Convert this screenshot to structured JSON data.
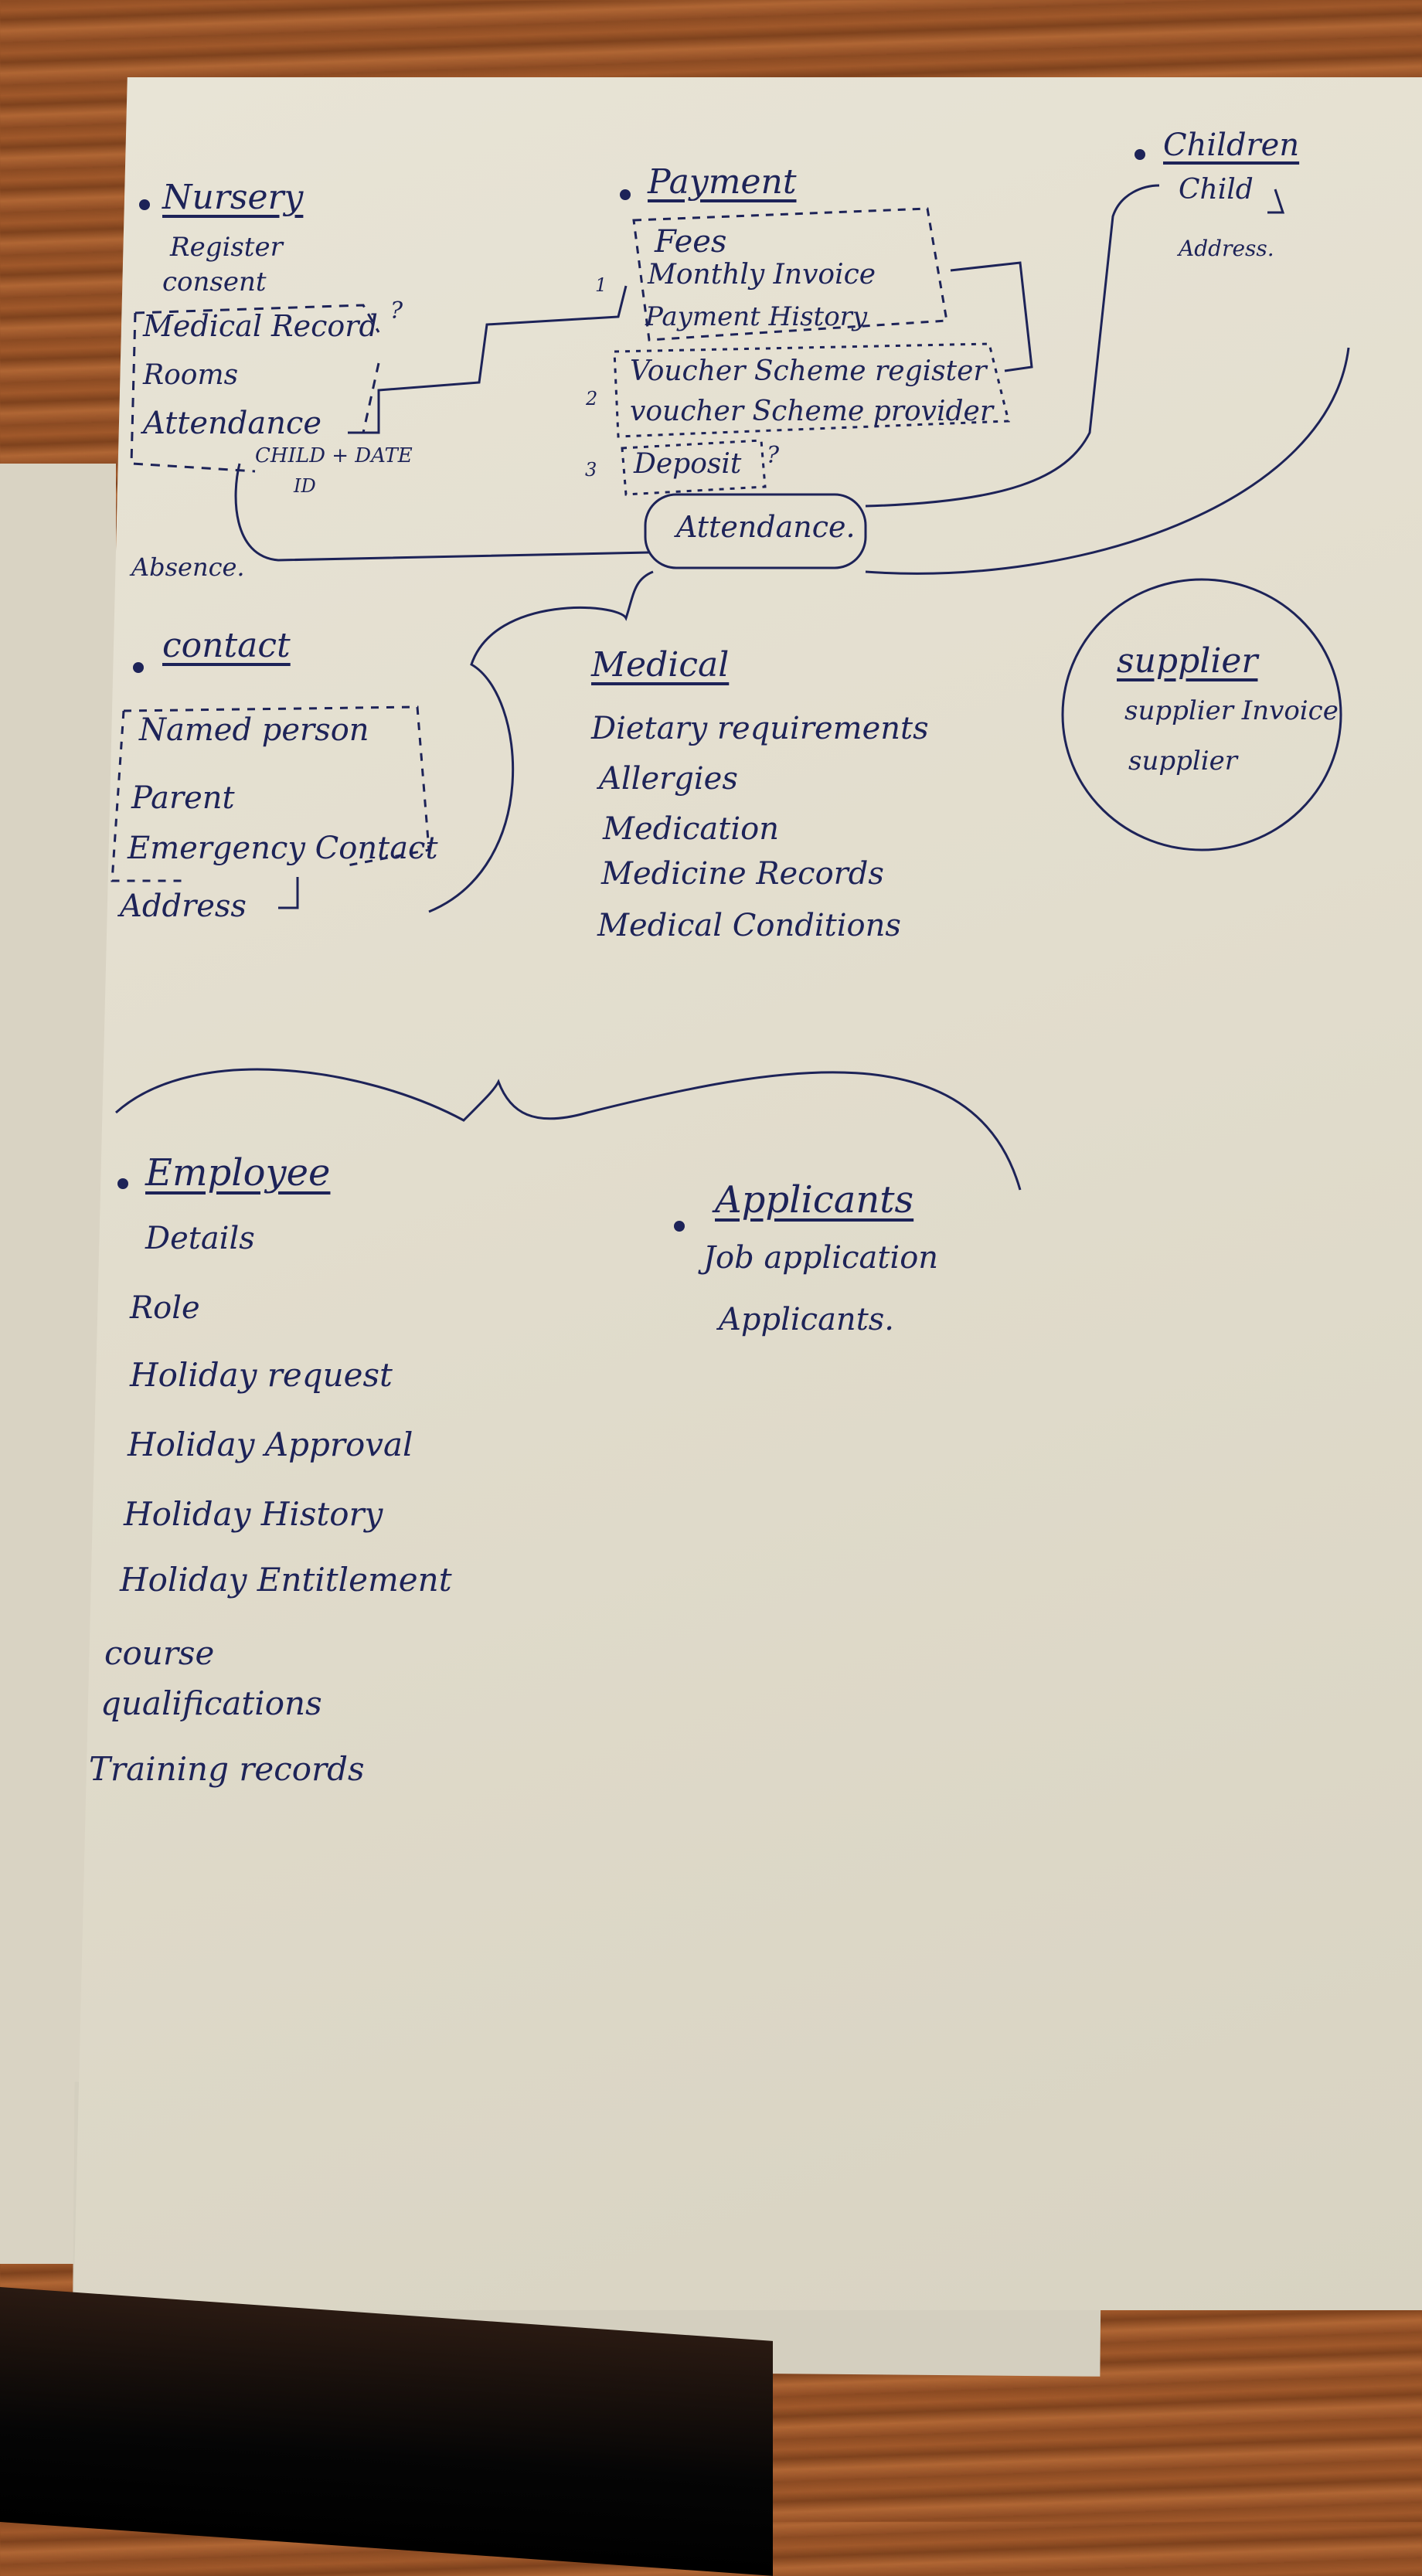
{
  "nursery": {
    "title": "Nursery",
    "items": [
      "Register",
      "consent",
      "Medical Record",
      "Rooms",
      "Attendance"
    ],
    "note_q": "?",
    "key_note": "CHILD + DATE",
    "key_note2": "ID",
    "absence": "Absence."
  },
  "payment": {
    "title": "Payment",
    "items": [
      "Fees",
      "Monthly Invoice",
      "Payment History",
      "Voucher Scheme register",
      "voucher Scheme provider",
      "Deposit"
    ],
    "group_numbers": [
      "1",
      "2",
      "3"
    ],
    "note_q": "?",
    "attendance_box": "Attendance."
  },
  "children": {
    "title": "Children",
    "items": [
      "Child",
      "Address."
    ]
  },
  "contact": {
    "title": "contact",
    "items": [
      "Named person",
      "Parent",
      "Emergency Contact",
      "Address"
    ]
  },
  "medical": {
    "title": "Medical",
    "items": [
      "Dietary requirements",
      "Allergies",
      "Medication",
      "Medicine Records",
      "Medical Conditions"
    ]
  },
  "supplier": {
    "title": "supplier",
    "items": [
      "supplier Invoice",
      "supplier"
    ]
  },
  "employee": {
    "title": "Employee",
    "items": [
      "Details",
      "Role",
      "Holiday request",
      "Holiday Approval",
      "Holiday History",
      "Holiday Entitlement",
      "course",
      "qualifications",
      "Training records"
    ]
  },
  "applicants": {
    "title": "Applicants",
    "items": [
      "Job application",
      "Applicants."
    ]
  },
  "colors": {
    "ink": "#1d2358",
    "paper": "#e2ddcd",
    "desk": "#9a5428"
  }
}
